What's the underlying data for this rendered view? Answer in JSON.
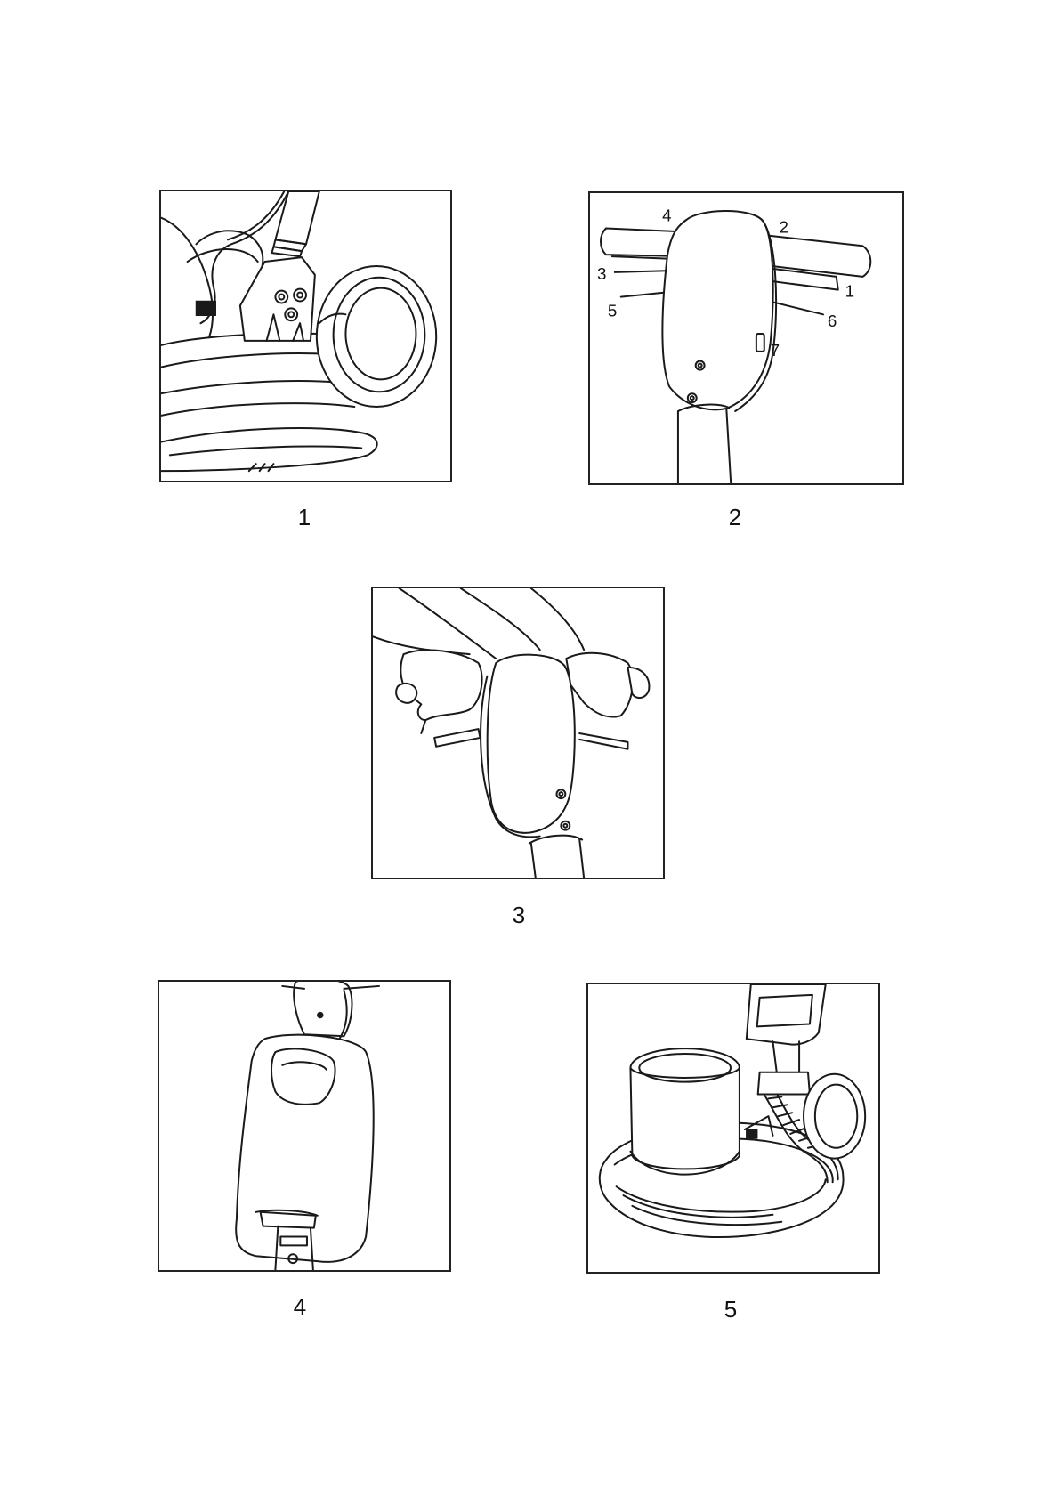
{
  "figures": [
    {
      "id": "fig1",
      "label": "1",
      "subject": "handle-base-joint-with-wheel"
    },
    {
      "id": "fig2",
      "label": "2",
      "subject": "handle-control-head",
      "callouts": [
        "1",
        "2",
        "3",
        "4",
        "5",
        "6",
        "7"
      ]
    },
    {
      "id": "fig3",
      "label": "3",
      "subject": "hands-gripping-handle"
    },
    {
      "id": "fig4",
      "label": "4",
      "subject": "handle-cover-rear-view"
    },
    {
      "id": "fig5",
      "label": "5",
      "subject": "machine-base-with-motor"
    }
  ]
}
